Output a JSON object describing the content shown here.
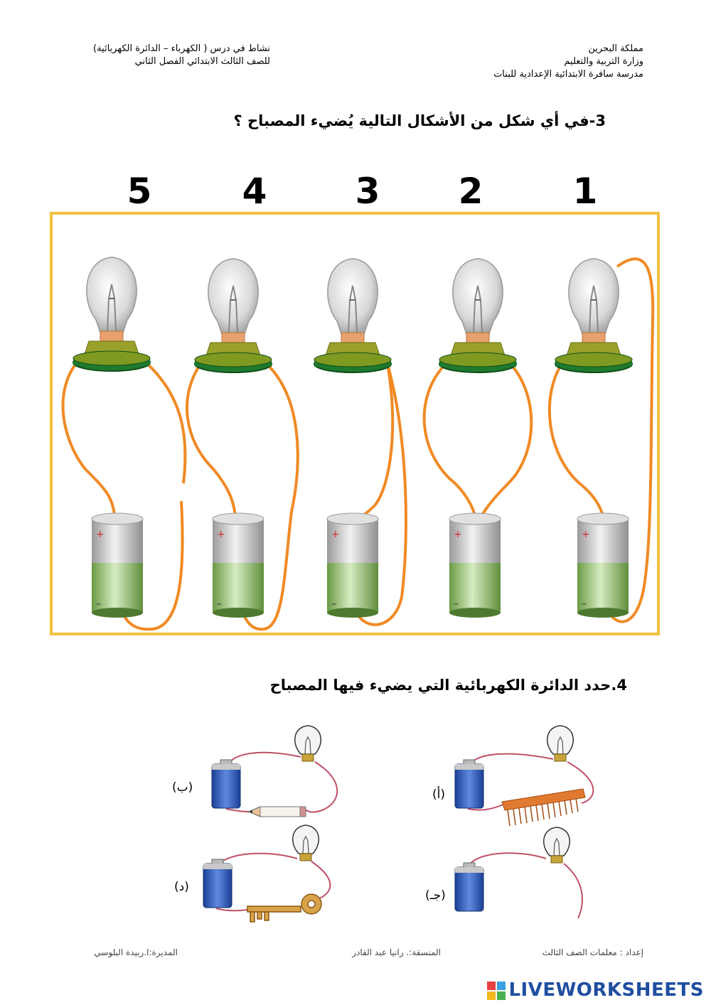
{
  "header": {
    "left_line1": "نشاط في درس ( الكهرباء – الدائرة الكهربائية)",
    "left_line2": "للصف الثالث الابتدائي الفصل الثاني",
    "right_line1": "مملكة البحرين",
    "right_line2": "وزارة التربية والتعليم",
    "right_line3": "مدرسة سافرة الابتدائية الإعدادية للبنات"
  },
  "question3": {
    "text": "3-في أي شكل من الأشكال التالية يُضيء المصباح ؟",
    "numbers": [
      "5",
      "4",
      "3",
      "2",
      "1"
    ]
  },
  "question4": {
    "text": "4.حدد الدائرة الكهربائية التي يضيء فيها المصباح",
    "labels": {
      "b": "(ب)",
      "a": "(أ)",
      "d": "(د)",
      "j": "(جـ)"
    }
  },
  "footer": {
    "prepared": "إعداد : معلمات الصف الثالث",
    "coordinator": "المنسقة:. رانيا عبد القادر",
    "principal": "المديرة:ا.ربيدة البلوسي"
  },
  "brand": {
    "name": "LIVEWORKSHEETS"
  },
  "colors": {
    "frame": "#f2c142",
    "wire": "#f08a24",
    "battery_top": "#c8c8c8",
    "battery_bottom": "#8cc063",
    "socket": "#1e7a2e"
  }
}
